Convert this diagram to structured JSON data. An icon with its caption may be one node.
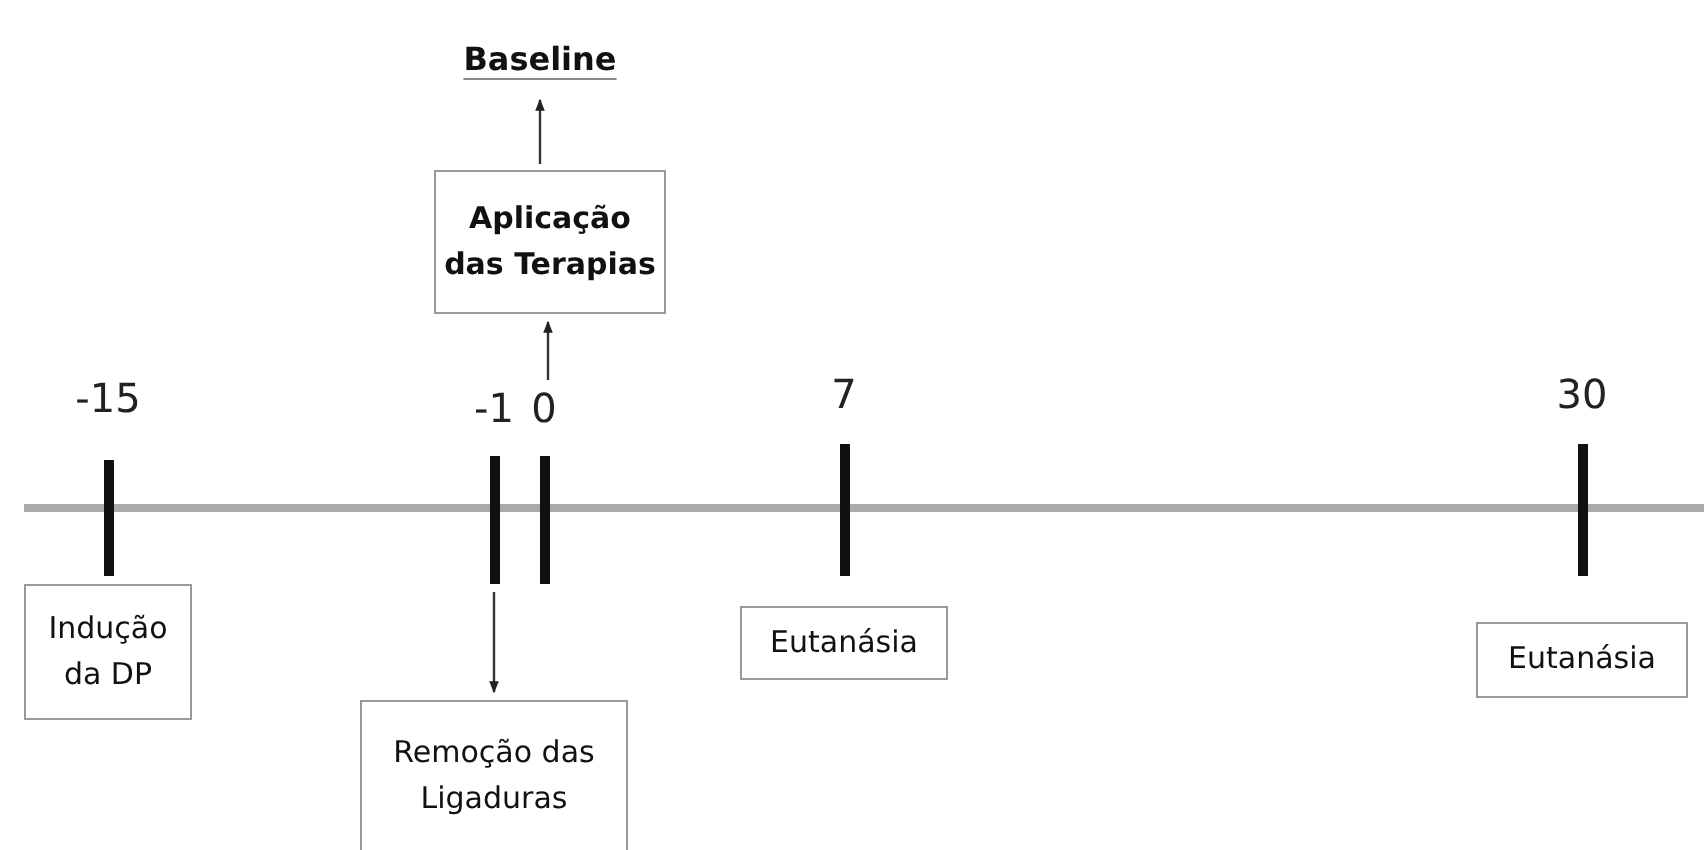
{
  "diagram": {
    "nodes": [
      {
        "text": [
          "Baseline"
        ]
      },
      {
        "text": [
          "Aplicação das Terapias"
        ]
      },
      {
        "text": [],
        "shape": "bar",
        "beside": [
          "-15"
        ]
      },
      {
        "text": [],
        "shape": "bar",
        "beside": [
          "-1"
        ]
      },
      {
        "text": [],
        "shape": "bar",
        "beside": [
          "0"
        ]
      },
      {
        "text": [],
        "shape": "bar",
        "beside": [
          "7"
        ]
      },
      {
        "text": [],
        "shape": "bar",
        "beside": [
          "30"
        ]
      },
      {
        "text": [
          "Indução da DP"
        ]
      },
      {
        "text": [
          "Remoção das Ligaduras"
        ]
      },
      {
        "text": [
          "Eutanásia"
        ]
      },
      {
        "text": [
          "Eutanásia"
        ]
      }
    ],
    "edges": [
      {
        "from": 1,
        "to": 0,
        "arrow": "to"
      },
      {
        "from": 4,
        "to": 1,
        "arrow": "to"
      },
      {
        "from": 3,
        "to": 8,
        "arrow": "to"
      }
    ]
  }
}
